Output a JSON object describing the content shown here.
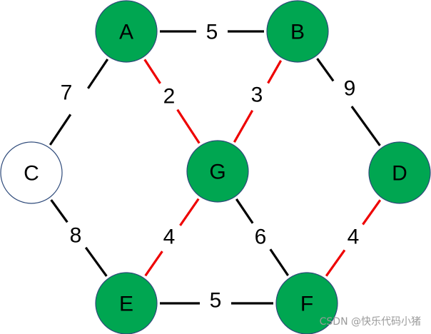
{
  "colors": {
    "node_fill": "#00a651",
    "node_empty_fill": "#ffffff",
    "node_stroke": "#2e4a7a",
    "edge_default": "#000000",
    "edge_selected": "#ee0000",
    "watermark": "#9a9a9a"
  },
  "nodes": [
    {
      "id": "A",
      "label": "A",
      "filled": true
    },
    {
      "id": "B",
      "label": "B",
      "filled": true
    },
    {
      "id": "C",
      "label": "C",
      "filled": false
    },
    {
      "id": "D",
      "label": "D",
      "filled": true
    },
    {
      "id": "E",
      "label": "E",
      "filled": true
    },
    {
      "id": "F",
      "label": "F",
      "filled": true
    },
    {
      "id": "G",
      "label": "G",
      "filled": true
    }
  ],
  "edges": [
    {
      "from": "A",
      "to": "B",
      "weight": "5",
      "highlighted": false
    },
    {
      "from": "A",
      "to": "C",
      "weight": "7",
      "highlighted": false
    },
    {
      "from": "A",
      "to": "G",
      "weight": "2",
      "highlighted": true
    },
    {
      "from": "B",
      "to": "G",
      "weight": "3",
      "highlighted": true
    },
    {
      "from": "B",
      "to": "D",
      "weight": "9",
      "highlighted": false
    },
    {
      "from": "C",
      "to": "E",
      "weight": "8",
      "highlighted": false
    },
    {
      "from": "E",
      "to": "G",
      "weight": "4",
      "highlighted": true
    },
    {
      "from": "G",
      "to": "F",
      "weight": "6",
      "highlighted": false
    },
    {
      "from": "E",
      "to": "F",
      "weight": "5",
      "highlighted": false
    },
    {
      "from": "D",
      "to": "F",
      "weight": "4",
      "highlighted": true
    }
  ],
  "watermark": "CSDN @快乐代码小猪"
}
